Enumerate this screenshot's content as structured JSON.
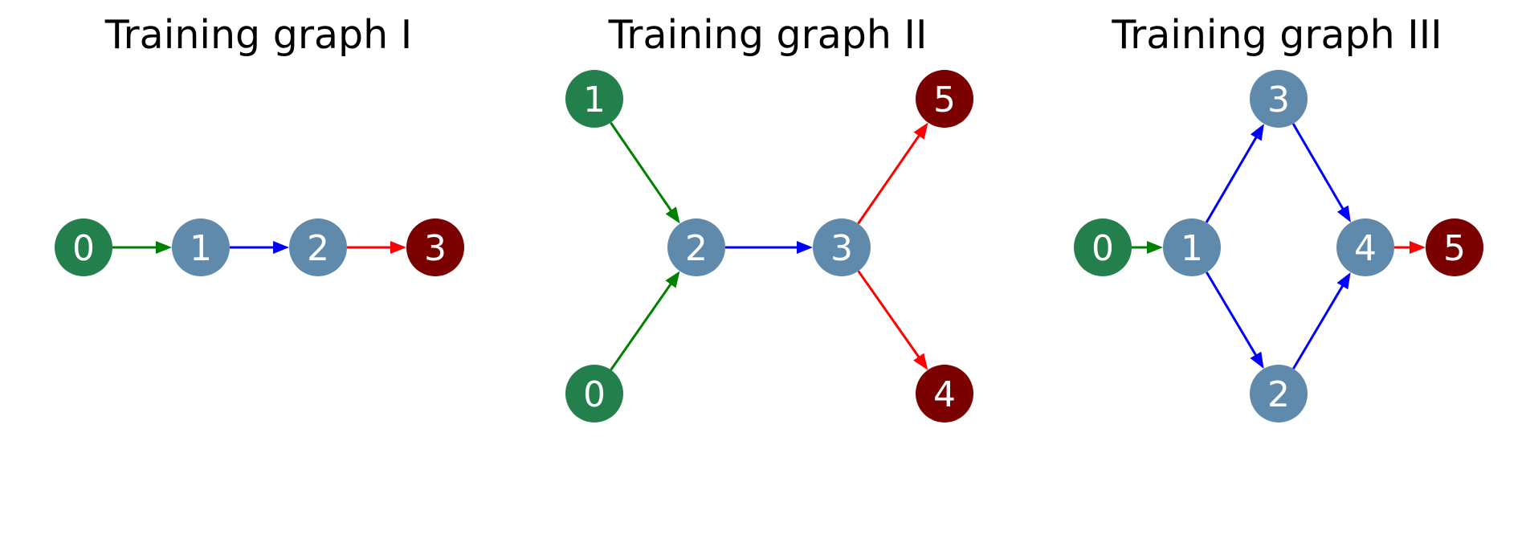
{
  "colors": {
    "source_node": "#23804d",
    "middle_node": "#5f8aab",
    "sink_node": "#7b0000",
    "source_edge": "#008000",
    "middle_edge": "#0000ff",
    "sink_edge": "#ff0000"
  },
  "graphs": [
    {
      "title": "Training graph I",
      "nodes": [
        {
          "id": "0",
          "label": "0",
          "role": "source"
        },
        {
          "id": "1",
          "label": "1",
          "role": "middle"
        },
        {
          "id": "2",
          "label": "2",
          "role": "middle"
        },
        {
          "id": "3",
          "label": "3",
          "role": "sink"
        }
      ],
      "edges": [
        {
          "from": "0",
          "to": "1",
          "role": "source"
        },
        {
          "from": "1",
          "to": "2",
          "role": "middle"
        },
        {
          "from": "2",
          "to": "3",
          "role": "sink"
        }
      ]
    },
    {
      "title": "Training graph II",
      "nodes": [
        {
          "id": "1",
          "label": "1",
          "role": "source"
        },
        {
          "id": "5",
          "label": "5",
          "role": "sink"
        },
        {
          "id": "2",
          "label": "2",
          "role": "middle"
        },
        {
          "id": "3",
          "label": "3",
          "role": "middle"
        },
        {
          "id": "0",
          "label": "0",
          "role": "source"
        },
        {
          "id": "4",
          "label": "4",
          "role": "sink"
        }
      ],
      "edges": [
        {
          "from": "1",
          "to": "2",
          "role": "source"
        },
        {
          "from": "0",
          "to": "2",
          "role": "source"
        },
        {
          "from": "2",
          "to": "3",
          "role": "middle"
        },
        {
          "from": "3",
          "to": "5",
          "role": "sink"
        },
        {
          "from": "3",
          "to": "4",
          "role": "sink"
        }
      ]
    },
    {
      "title": "Training graph III",
      "nodes": [
        {
          "id": "3",
          "label": "3",
          "role": "middle"
        },
        {
          "id": "0",
          "label": "0",
          "role": "source"
        },
        {
          "id": "1",
          "label": "1",
          "role": "middle"
        },
        {
          "id": "4",
          "label": "4",
          "role": "middle"
        },
        {
          "id": "5",
          "label": "5",
          "role": "sink"
        },
        {
          "id": "2",
          "label": "2",
          "role": "middle"
        }
      ],
      "edges": [
        {
          "from": "0",
          "to": "1",
          "role": "source"
        },
        {
          "from": "1",
          "to": "3",
          "role": "middle"
        },
        {
          "from": "1",
          "to": "2",
          "role": "middle"
        },
        {
          "from": "3",
          "to": "4",
          "role": "middle"
        },
        {
          "from": "2",
          "to": "4",
          "role": "middle"
        },
        {
          "from": "4",
          "to": "5",
          "role": "sink"
        }
      ]
    }
  ]
}
